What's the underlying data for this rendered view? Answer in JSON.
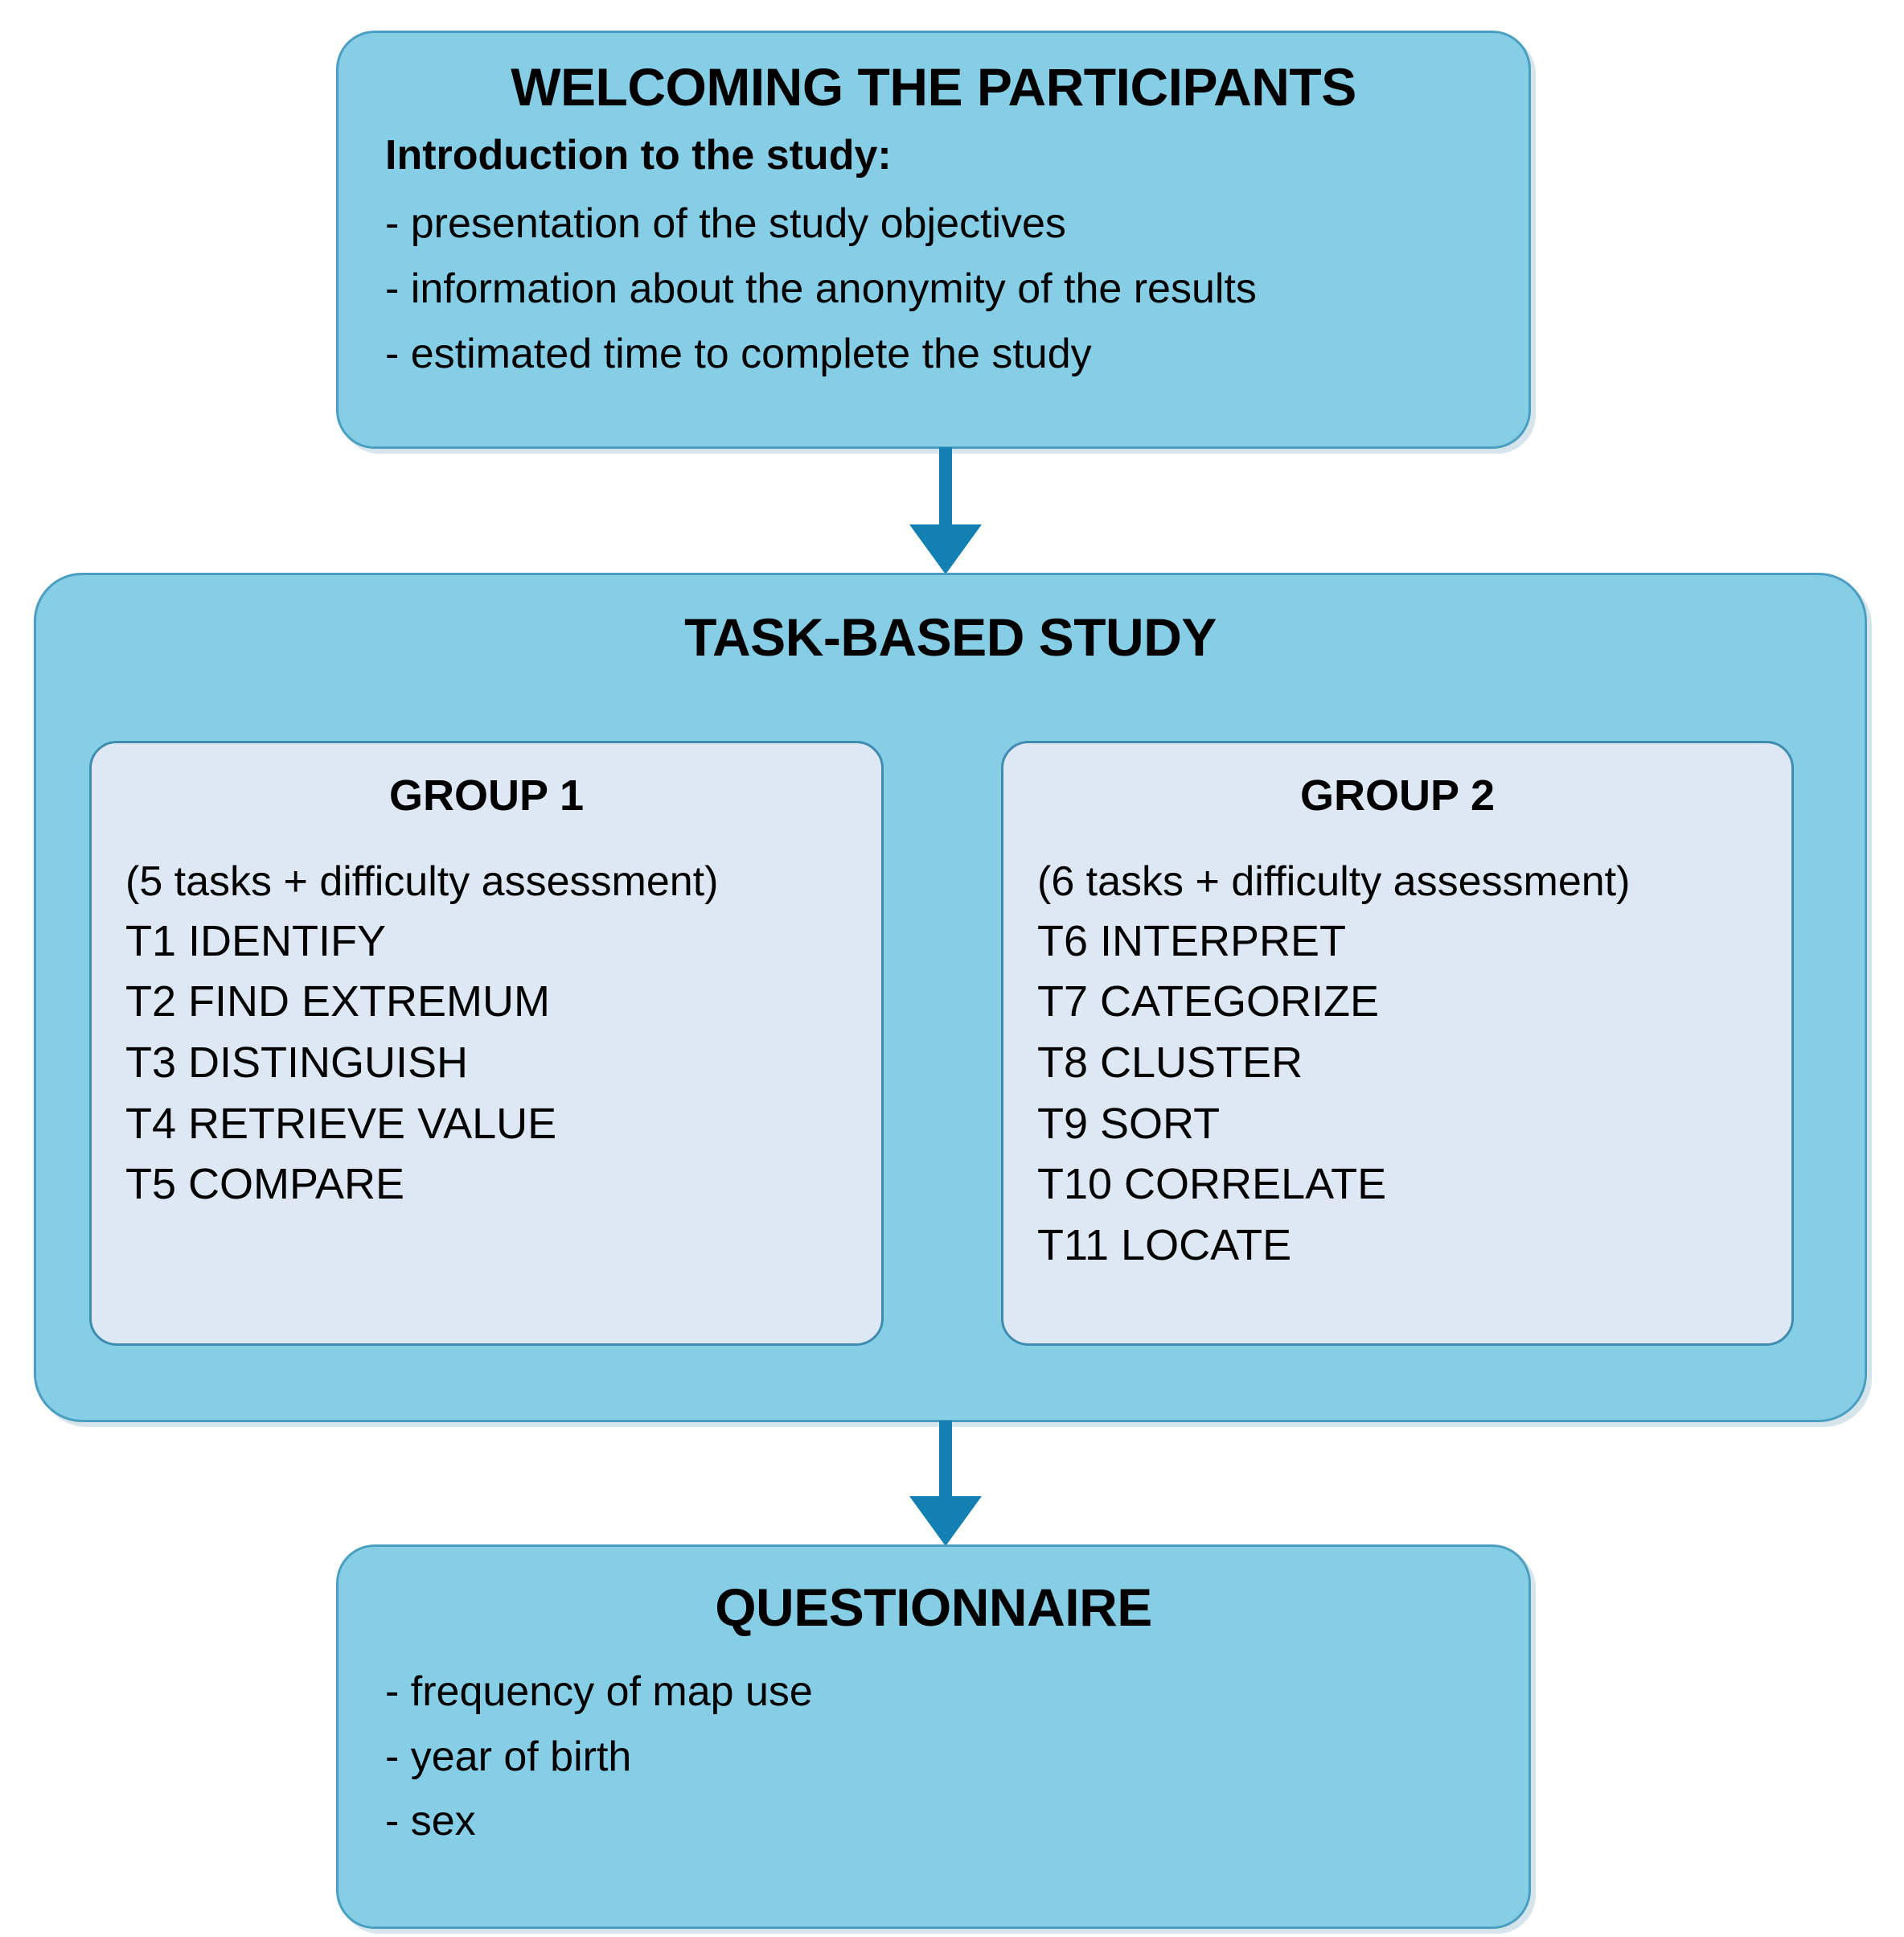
{
  "colors": {
    "box_fill": "#86cde6",
    "box_border": "#4a9fc0",
    "inner_fill": "#dde8f4",
    "inner_border": "#3f8cb0",
    "arrow": "#1380b4",
    "text": "#000000",
    "background": "#ffffff"
  },
  "welcome": {
    "title": "WELCOMING THE PARTICIPANTS",
    "subhead": "Introduction to the study:",
    "bullets": [
      "- presentation of the study objectives",
      "- information about the anonymity of the results",
      "- estimated time to complete the study"
    ]
  },
  "study": {
    "title": "TASK-BASED STUDY",
    "groups": [
      {
        "title": "GROUP 1",
        "note": "(5 tasks + difficulty assessment)",
        "tasks": [
          "T1 IDENTIFY",
          "T2 FIND EXTREMUM",
          "T3 DISTINGUISH",
          "T4 RETRIEVE VALUE",
          "T5 COMPARE"
        ]
      },
      {
        "title": "GROUP 2",
        "note": "(6 tasks + difficulty assessment)",
        "tasks": [
          "T6 INTERPRET",
          "T7 CATEGORIZE",
          "T8 CLUSTER",
          "T9 SORT",
          "T10 CORRELATE",
          "T11 LOCATE"
        ]
      }
    ]
  },
  "questionnaire": {
    "title": "QUESTIONNAIRE",
    "bullets": [
      "- frequency of map use",
      "- year of birth",
      "- sex"
    ]
  },
  "arrows": [
    {
      "name": "arrow-welcome-to-study",
      "direction": "down"
    },
    {
      "name": "arrow-study-to-questionnaire",
      "direction": "down"
    }
  ]
}
